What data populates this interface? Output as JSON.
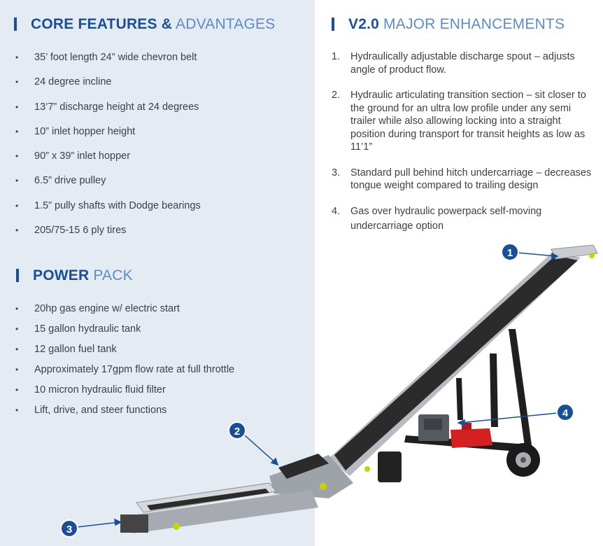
{
  "features": {
    "title_strong": "CORE FEATURES &",
    "title_light": "ADVANTAGES",
    "items": [
      "35’ foot length 24” wide chevron belt",
      "24 degree incline",
      "13’7” discharge height at 24 degrees",
      "10” inlet hopper height",
      "90” x 39” inlet hopper",
      "6.5” drive pulley",
      "1.5” pully shafts with Dodge bearings",
      "205/75-15 6 ply tires"
    ]
  },
  "power": {
    "title_strong": "POWER",
    "title_light": "PACK",
    "items": [
      "20hp gas engine w/ electric start",
      "15 gallon hydraulic tank",
      "12 gallon fuel tank",
      "Approximately 17gpm flow rate at full throttle",
      "10 micron hydraulic fluid filter",
      "Lift, drive, and steer functions"
    ]
  },
  "enhancements": {
    "title_strong": "V2.0",
    "title_light": "MAJOR ENHANCEMENTS",
    "items": [
      {
        "num": "1.",
        "text": "Hydraulically adjustable discharge spout – adjusts angle of product flow."
      },
      {
        "num": "2.",
        "text": "Hydraulic articulating transition section – sit closer to the ground for an ultra low profile under any semi trailer while also allowing locking into a straight position during transport for transit heights as low as 11’1”"
      },
      {
        "num": "3.",
        "text": "Standard pull behind hitch undercarriage – decreases tongue weight compared to trailing design"
      },
      {
        "num": "4.",
        "text": "Gas over hydraulic powerpack self-moving undercarriage option"
      }
    ]
  },
  "callouts": [
    "1",
    "2",
    "3",
    "4"
  ],
  "colors": {
    "primary": "#1a4f96",
    "light": "#5b8cc8",
    "panel": "#e4ebf3",
    "belt": "#2b2b2b",
    "frame": "#b8bcc2",
    "tank": "#d42020",
    "fitting": "#c8d400"
  }
}
